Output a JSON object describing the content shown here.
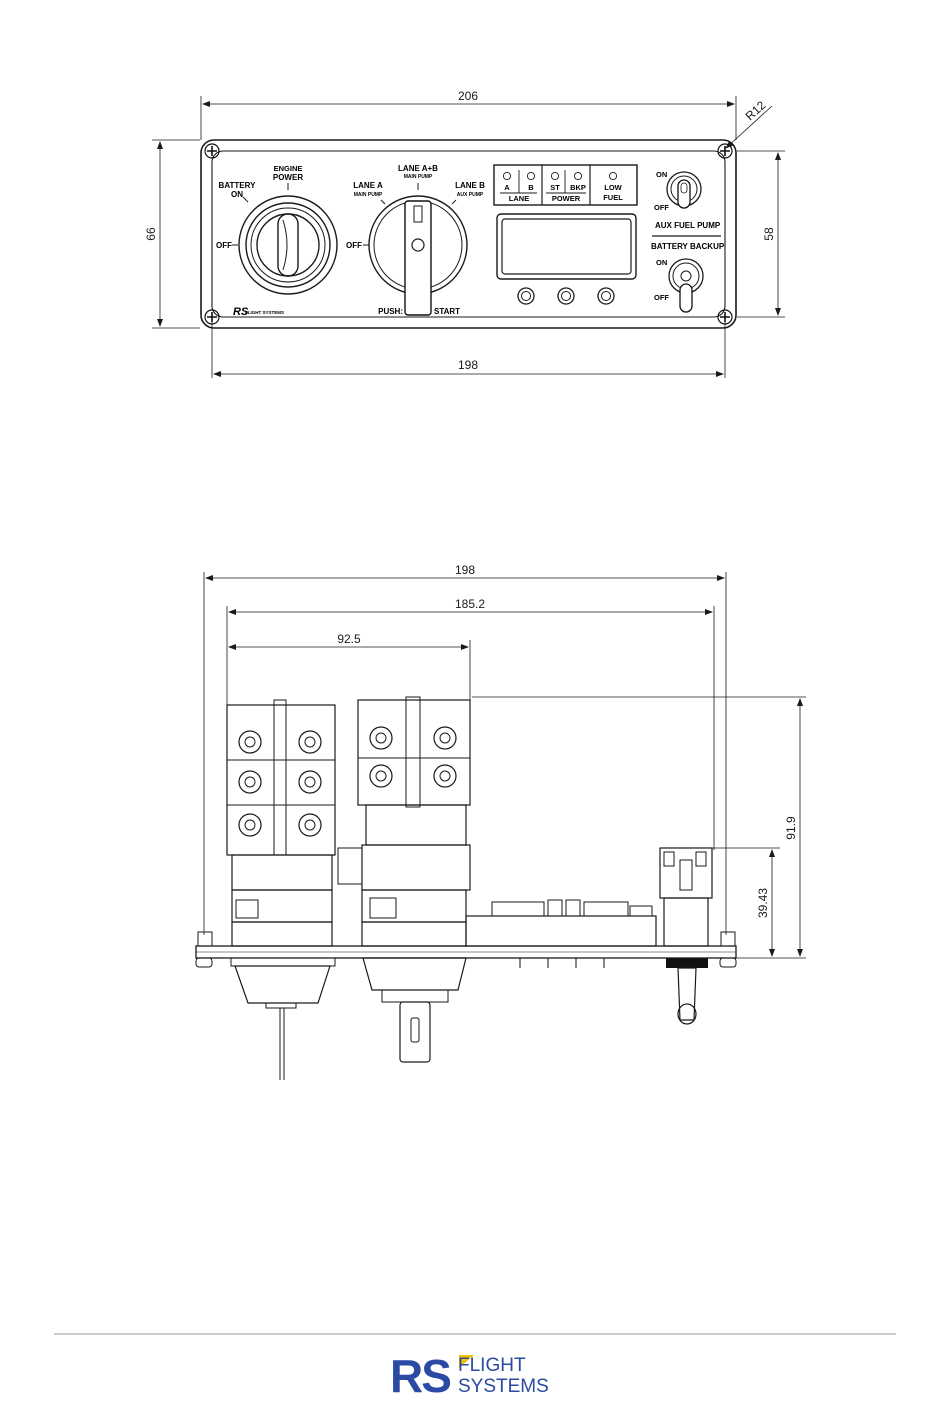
{
  "front_view": {
    "dims": {
      "overall_width": "206",
      "mount_width": "198",
      "overall_height": "66",
      "panel_height": "58",
      "corner_radius": "R12"
    },
    "labels": {
      "battery": "BATTERY",
      "battery_on": "ON",
      "engine": "ENGINE",
      "power": "POWER",
      "off_left": "OFF",
      "lane_ab": "LANE A+B",
      "lane_ab_sub": "MAIN PUMP",
      "lane_a": "LANE A",
      "lane_a_sub": "MAIN PUMP",
      "lane_b": "LANE B",
      "lane_b_sub": "AUX PUMP",
      "off_right": "OFF",
      "push": "PUSH:",
      "start": "START",
      "led_a": "A",
      "led_b": "B",
      "led_st": "ST",
      "led_bkp": "BKP",
      "led_low": "LOW",
      "led_fuel": "FUEL",
      "group_lane": "LANE",
      "group_power": "POWER",
      "toggle1_on": "ON",
      "toggle1_off": "OFF",
      "toggle1_name": "AUX FUEL PUMP",
      "toggle2_name": "BATTERY BACKUP",
      "toggle2_on": "ON",
      "toggle2_off": "OFF",
      "brand_small": "FLIGHT SYSTEMS"
    }
  },
  "side_view": {
    "dims": {
      "overall": "198",
      "mid": "185.2",
      "switch": "92.5",
      "height_total": "91.9",
      "height_toggle": "39.43"
    }
  },
  "footer": {
    "logo_mark": "RS",
    "logo_line1": "FLIGHT",
    "logo_line2": "SYSTEMS",
    "colors": {
      "brand_blue": "#2b4aa3",
      "brand_yellow": "#f2c200"
    }
  }
}
